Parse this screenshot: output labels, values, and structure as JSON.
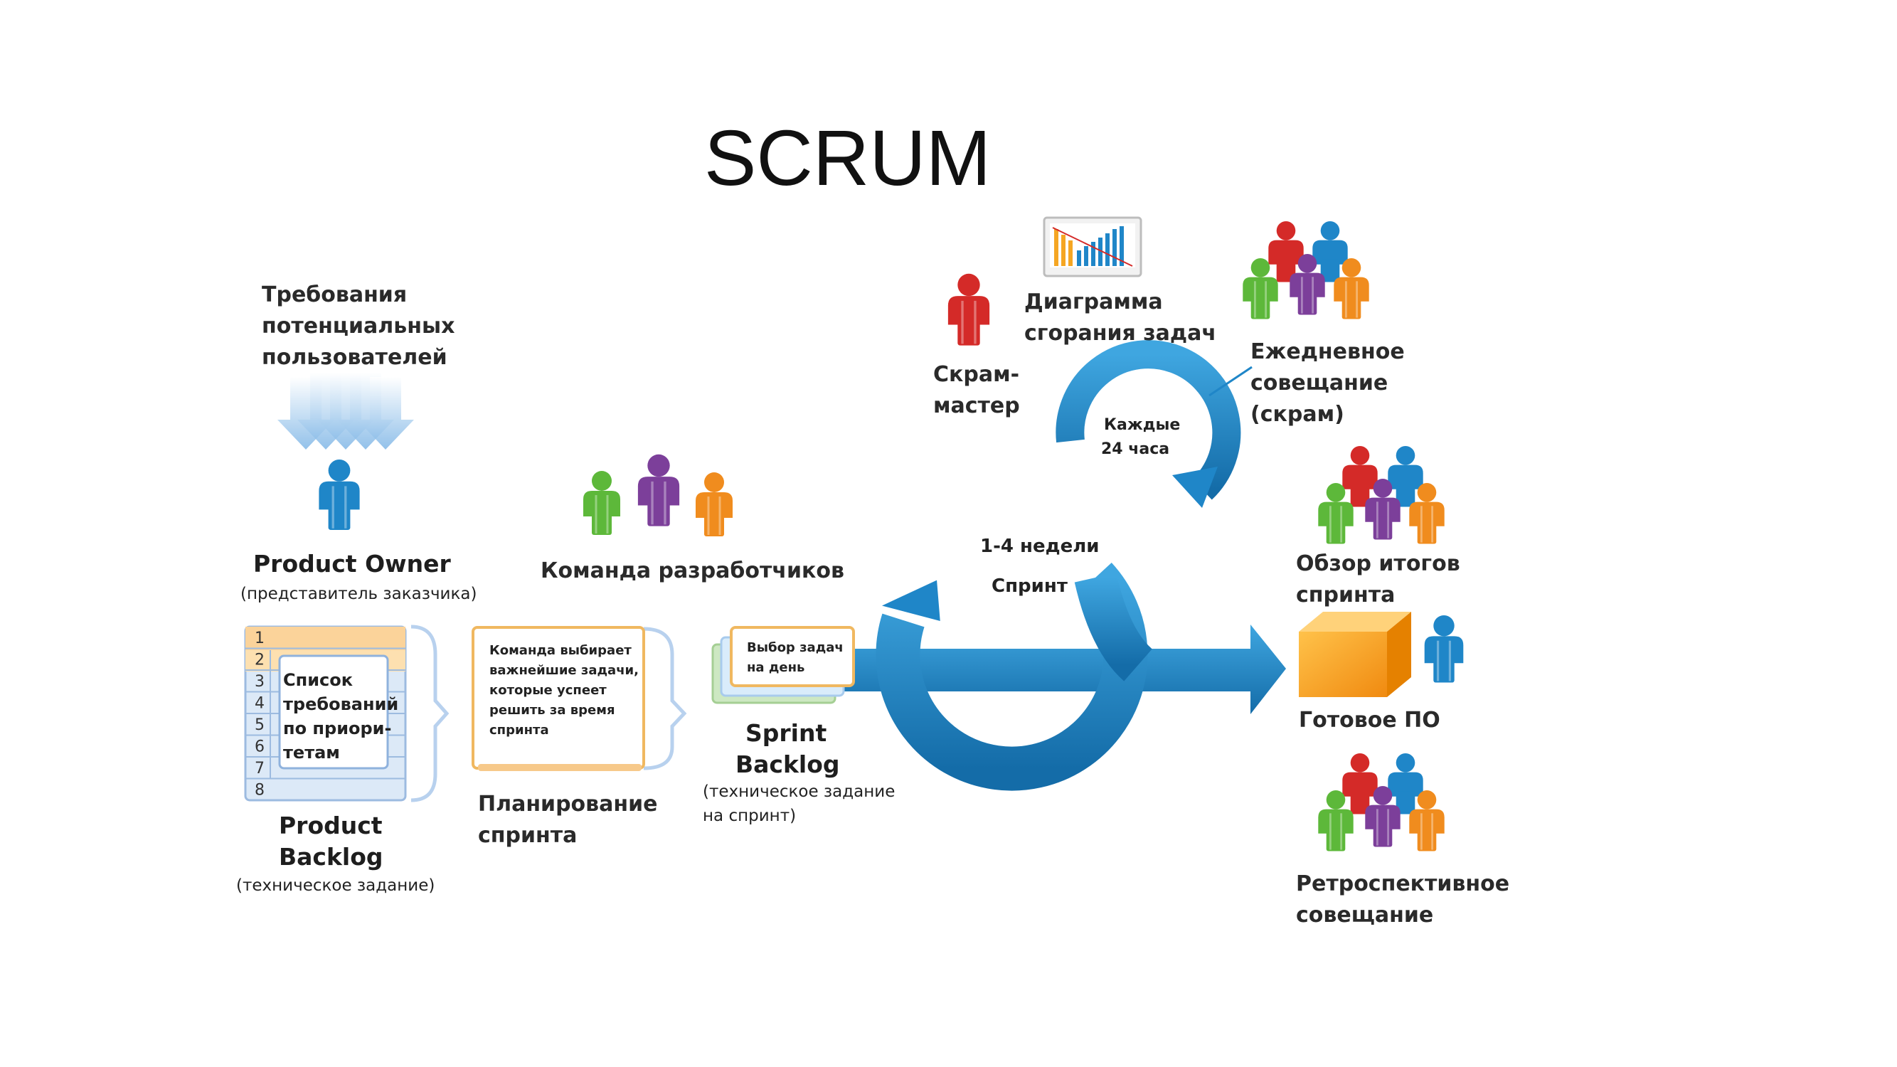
{
  "title": "SCRUM",
  "requirements": {
    "line1": "Требования",
    "line2": "потенциальных",
    "line3": "пользователей"
  },
  "product_owner": {
    "title": "Product Owner",
    "subtitle": "(представитель заказчика)"
  },
  "product_backlog": {
    "rows": [
      "1",
      "2",
      "3",
      "4",
      "5",
      "6",
      "7",
      "8"
    ],
    "note": [
      "Список",
      "требований",
      "по приори-",
      "тетам"
    ],
    "title1": "Product",
    "title2": "Backlog",
    "subtitle": "(техническое задание)"
  },
  "dev_team": {
    "label": "Команда разработчиков"
  },
  "planning": {
    "note": [
      "Команда выбирает",
      "важнейшие задачи,",
      "которые успеет",
      "решить за время",
      "спринта"
    ],
    "label1": "Планирование",
    "label2": "спринта"
  },
  "sprint_backlog": {
    "card": [
      "Выбор задач",
      "на день"
    ],
    "title1": "Sprint",
    "title2": "Backlog",
    "sub1": "(техническое задание",
    "sub2": "на спринт)"
  },
  "sprint_cycle": {
    "duration": "1-4 недели",
    "label": "Спринт"
  },
  "daily_cycle": {
    "line1": "Каждые",
    "line2": "24 часа"
  },
  "scrum_master": {
    "line1": "Скрам-",
    "line2": "мастер"
  },
  "burndown": {
    "line1": "Диаграмма",
    "line2": "сгорания задач"
  },
  "daily_meeting": {
    "line1": "Ежедневное",
    "line2": "совещание",
    "line3": "(скрам)"
  },
  "review": {
    "line1": "Обзор итогов",
    "line2": "спринта"
  },
  "product": {
    "label": "Готовое ПО"
  },
  "retro": {
    "line1": "Ретроспективное",
    "line2": "совещание"
  },
  "colors": {
    "blue": "#1f86c8",
    "blue_dark": "#0f5f97",
    "red": "#d42a28",
    "green": "#5db83a",
    "purple": "#7c3f9a",
    "orange": "#f08c1e",
    "box_orange": "#f5a623",
    "card_border": "#f0b860"
  }
}
